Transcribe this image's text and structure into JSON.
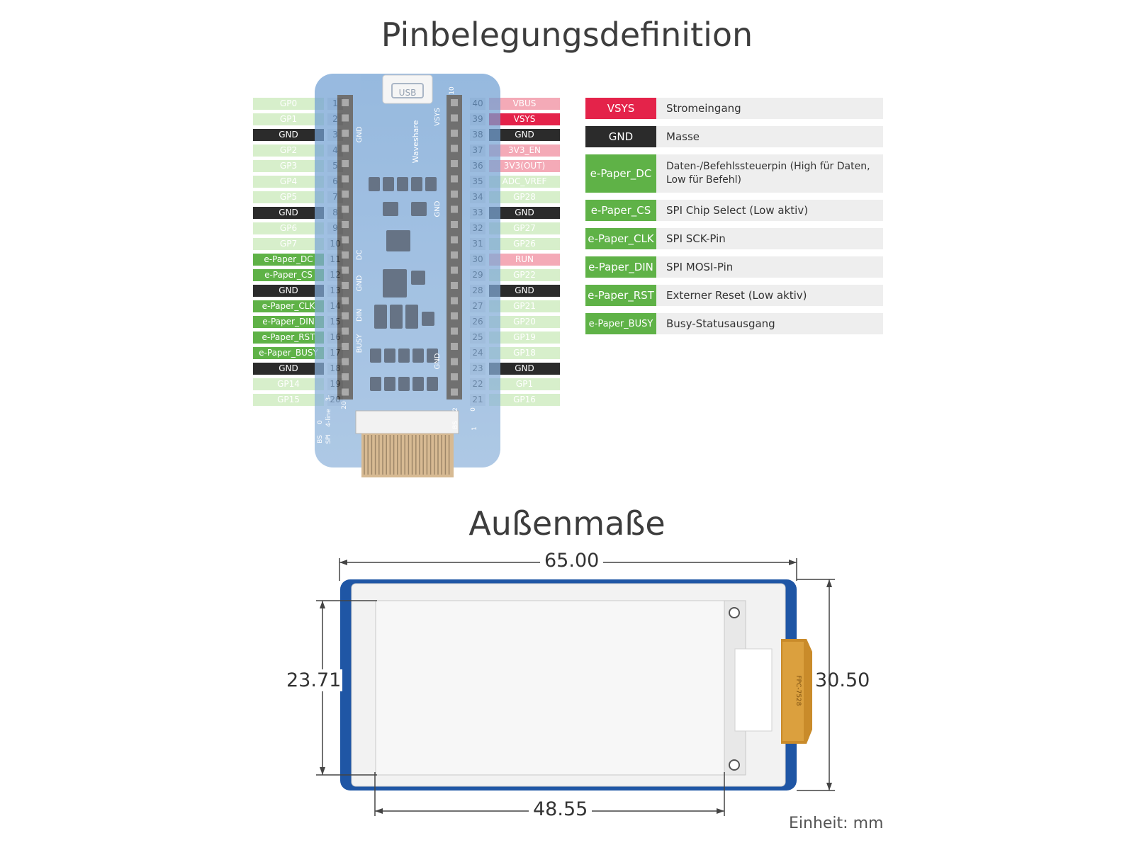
{
  "titles": {
    "pinout": "Pinbelegungsdefinition",
    "dimensions": "Außenmaße"
  },
  "board": {
    "usb_label": "USB",
    "brand": "Waveshare",
    "silk_left": [
      "GND",
      "DC",
      "GND",
      "DIN",
      "BUSY"
    ],
    "silk_right": [
      "VSYS",
      "GND",
      "GND"
    ],
    "silk_header_numbers": [
      "20",
      "10",
      "2",
      "0"
    ],
    "silk_bottom_left": [
      "BS",
      "0",
      "SPI",
      "4-line",
      "3-"
    ],
    "silk_bottom_right": [
      "BS",
      "1"
    ]
  },
  "left_pins": [
    {
      "num": "1",
      "label": "GP0",
      "kind": "gpio"
    },
    {
      "num": "2",
      "label": "GP1",
      "kind": "gpio"
    },
    {
      "num": "3",
      "label": "GND",
      "kind": "gnd"
    },
    {
      "num": "4",
      "label": "GP2",
      "kind": "gpio"
    },
    {
      "num": "5",
      "label": "GP3",
      "kind": "gpio"
    },
    {
      "num": "6",
      "label": "GP4",
      "kind": "gpio"
    },
    {
      "num": "7",
      "label": "GP5",
      "kind": "gpio"
    },
    {
      "num": "8",
      "label": "GND",
      "kind": "gnd"
    },
    {
      "num": "9",
      "label": "GP6",
      "kind": "gpio"
    },
    {
      "num": "10",
      "label": "GP7",
      "kind": "gpio"
    },
    {
      "num": "11",
      "label": "e-Paper_DC",
      "kind": "epd"
    },
    {
      "num": "12",
      "label": "e-Paper_CS",
      "kind": "epd"
    },
    {
      "num": "13",
      "label": "GND",
      "kind": "gnd"
    },
    {
      "num": "14",
      "label": "e-Paper_CLK",
      "kind": "epd"
    },
    {
      "num": "15",
      "label": "e-Paper_DIN",
      "kind": "epd"
    },
    {
      "num": "16",
      "label": "e-Paper_RST",
      "kind": "epd"
    },
    {
      "num": "17",
      "label": "e-Paper_BUSY",
      "kind": "epd"
    },
    {
      "num": "18",
      "label": "GND",
      "kind": "gnd"
    },
    {
      "num": "19",
      "label": "GP14",
      "kind": "gpio"
    },
    {
      "num": "20",
      "label": "GP15",
      "kind": "gpio"
    }
  ],
  "right_pins": [
    {
      "num": "40",
      "label": "VBUS",
      "kind": "pwr"
    },
    {
      "num": "39",
      "label": "VSYS",
      "kind": "vsys"
    },
    {
      "num": "38",
      "label": "GND",
      "kind": "gnd"
    },
    {
      "num": "37",
      "label": "3V3_EN",
      "kind": "pwr"
    },
    {
      "num": "36",
      "label": "3V3(OUT)",
      "kind": "pwr"
    },
    {
      "num": "35",
      "label": "ADC_VREF",
      "kind": "gpio"
    },
    {
      "num": "34",
      "label": "GP28",
      "kind": "gpio"
    },
    {
      "num": "33",
      "label": "GND",
      "kind": "gnd"
    },
    {
      "num": "32",
      "label": "GP27",
      "kind": "gpio"
    },
    {
      "num": "31",
      "label": "GP26",
      "kind": "gpio"
    },
    {
      "num": "30",
      "label": "RUN",
      "kind": "pwr"
    },
    {
      "num": "29",
      "label": "GP22",
      "kind": "gpio"
    },
    {
      "num": "28",
      "label": "GND",
      "kind": "gnd"
    },
    {
      "num": "27",
      "label": "GP21",
      "kind": "gpio"
    },
    {
      "num": "26",
      "label": "GP20",
      "kind": "gpio"
    },
    {
      "num": "25",
      "label": "GP19",
      "kind": "gpio"
    },
    {
      "num": "24",
      "label": "GP18",
      "kind": "gpio"
    },
    {
      "num": "23",
      "label": "GND",
      "kind": "gnd"
    },
    {
      "num": "22",
      "label": "GP1",
      "kind": "gpio"
    },
    {
      "num": "21",
      "label": "GP16",
      "kind": "gpio"
    }
  ],
  "legend": [
    {
      "label": "VSYS",
      "desc": "Stromeingang",
      "kind": "vsys"
    },
    {
      "label": "GND",
      "desc": "Masse",
      "kind": "gnd"
    },
    {
      "label": "e-Paper_DC",
      "desc": "Daten-/Befehlssteuerpin (High für Daten, Low für Befehl)",
      "kind": "epd"
    },
    {
      "label": "e-Paper_CS",
      "desc": "SPI Chip Select (Low aktiv)",
      "kind": "epd"
    },
    {
      "label": "e-Paper_CLK",
      "desc": "SPI SCK-Pin",
      "kind": "epd"
    },
    {
      "label": "e-Paper_DIN",
      "desc": "SPI MOSI-Pin",
      "kind": "epd"
    },
    {
      "label": "e-Paper_RST",
      "desc": "Externer Reset (Low aktiv)",
      "kind": "epd"
    },
    {
      "label": "e-Paper_BUSY",
      "desc": "Busy-Statusausgang",
      "kind": "epd"
    }
  ],
  "dimensions": {
    "width": "65.00",
    "active_width": "48.55",
    "active_height": "23.71",
    "height": "30.50",
    "fpc_text": "FPC-7528",
    "unit_note": "Einheit: mm"
  },
  "colors": {
    "gpio": "#d7efcb",
    "gnd": "#2b2b2b",
    "power": "#f4aab7",
    "vsys": "#e4234a",
    "epaper": "#5fb247",
    "board_blue": "#7ea6d4",
    "display_blue": "#1f56a5"
  }
}
